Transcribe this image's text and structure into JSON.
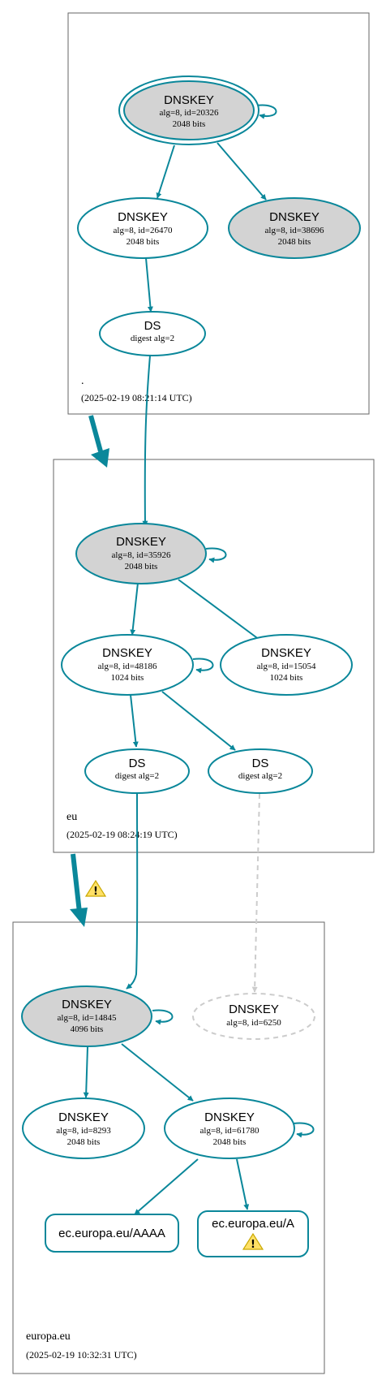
{
  "zones": [
    {
      "id": "root",
      "name": ".",
      "timestamp": "(2025-02-19 08:21:14 UTC)"
    },
    {
      "id": "eu",
      "name": "eu",
      "timestamp": "(2025-02-19 08:24:19 UTC)"
    },
    {
      "id": "europa",
      "name": "europa.eu",
      "timestamp": "(2025-02-19 10:32:31 UTC)"
    }
  ],
  "nodes": [
    {
      "id": "root_ksk",
      "title": "DNSKEY",
      "lines": [
        "alg=8, id=20326",
        "2048 bits"
      ]
    },
    {
      "id": "root_zsk1",
      "title": "DNSKEY",
      "lines": [
        "alg=8, id=26470",
        "2048 bits"
      ]
    },
    {
      "id": "root_zsk2",
      "title": "DNSKEY",
      "lines": [
        "alg=8, id=38696",
        "2048 bits"
      ]
    },
    {
      "id": "root_ds",
      "title": "DS",
      "lines": [
        "digest alg=2"
      ]
    },
    {
      "id": "eu_ksk",
      "title": "DNSKEY",
      "lines": [
        "alg=8, id=35926",
        "2048 bits"
      ]
    },
    {
      "id": "eu_zsk1",
      "title": "DNSKEY",
      "lines": [
        "alg=8, id=48186",
        "1024 bits"
      ]
    },
    {
      "id": "eu_zsk2",
      "title": "DNSKEY",
      "lines": [
        "alg=8, id=15054",
        "1024 bits"
      ]
    },
    {
      "id": "eu_ds1",
      "title": "DS",
      "lines": [
        "digest alg=2"
      ]
    },
    {
      "id": "eu_ds2",
      "title": "DS",
      "lines": [
        "digest alg=2"
      ]
    },
    {
      "id": "eur_ksk",
      "title": "DNSKEY",
      "lines": [
        "alg=8, id=14845",
        "4096 bits"
      ]
    },
    {
      "id": "eur_missing",
      "title": "DNSKEY",
      "lines": [
        "alg=8, id=6250"
      ]
    },
    {
      "id": "eur_zsk1",
      "title": "DNSKEY",
      "lines": [
        "alg=8, id=8293",
        "2048 bits"
      ]
    },
    {
      "id": "eur_zsk2",
      "title": "DNSKEY",
      "lines": [
        "alg=8, id=61780",
        "2048 bits"
      ]
    },
    {
      "id": "rr_aaaa",
      "title": "ec.europa.eu/AAAA",
      "lines": []
    },
    {
      "id": "rr_a",
      "title": "ec.europa.eu/A",
      "lines": []
    }
  ],
  "warnings": [
    {
      "id": "delegation-warning",
      "icon": "warning-icon",
      "symbol": "!"
    },
    {
      "id": "rrset-a-warning",
      "icon": "warning-icon",
      "symbol": "!"
    }
  ],
  "colors": {
    "edge": "#0a879a",
    "node_fill_ksk": "#d3d3d3",
    "node_fill": "#ffffff",
    "missing": "#cccccc",
    "warning": "#ffe066"
  }
}
